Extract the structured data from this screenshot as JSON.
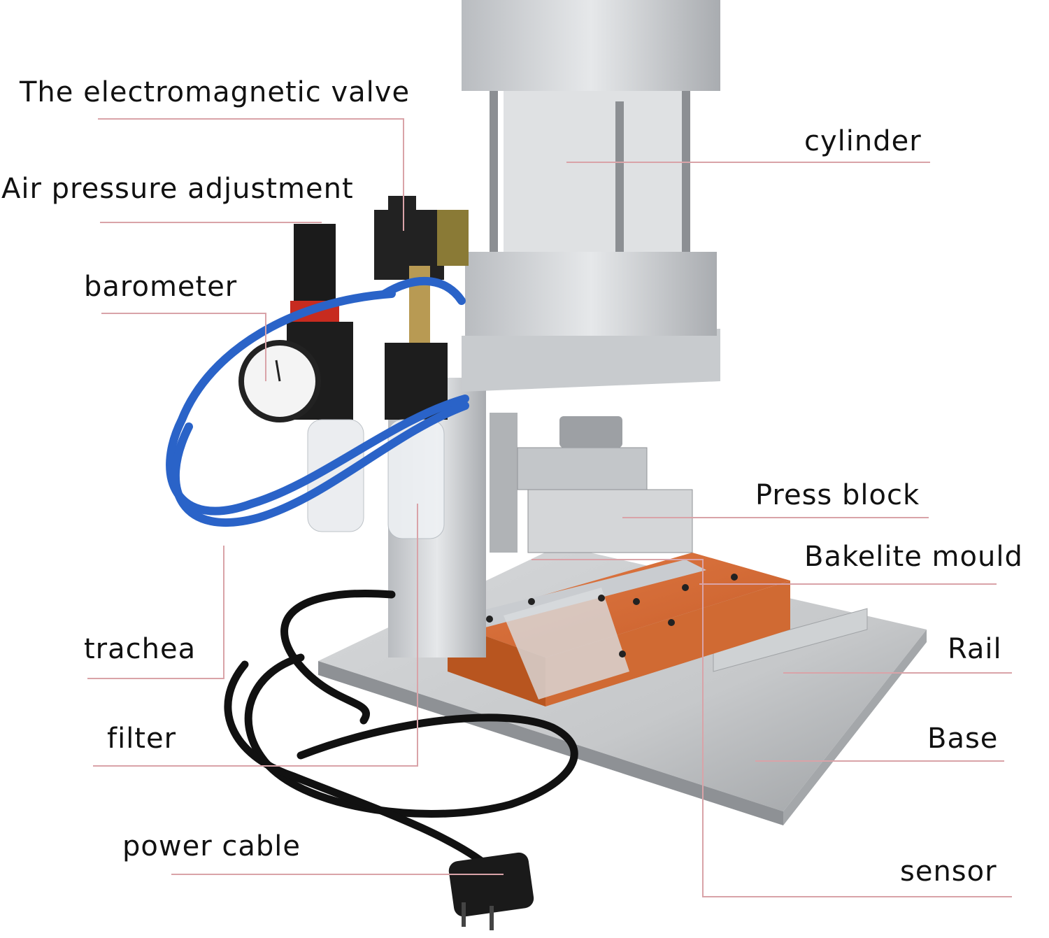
{
  "diagram": {
    "type": "annotated product photo",
    "subject": "pneumatic press machine",
    "leader_line_color": "#d9a3a8",
    "labels": [
      {
        "id": "electromagnetic-valve",
        "text": "The electromagnetic valve"
      },
      {
        "id": "cylinder",
        "text": "cylinder"
      },
      {
        "id": "air-pressure-adjustment",
        "text": "Air pressure adjustment"
      },
      {
        "id": "barometer",
        "text": "barometer"
      },
      {
        "id": "press-block",
        "text": "Press block"
      },
      {
        "id": "bakelite-mould",
        "text": "Bakelite mould"
      },
      {
        "id": "trachea",
        "text": "trachea"
      },
      {
        "id": "rail",
        "text": "Rail"
      },
      {
        "id": "filter",
        "text": "filter"
      },
      {
        "id": "base",
        "text": "Base"
      },
      {
        "id": "power-cable",
        "text": "power cable"
      },
      {
        "id": "sensor",
        "text": "sensor"
      }
    ]
  }
}
